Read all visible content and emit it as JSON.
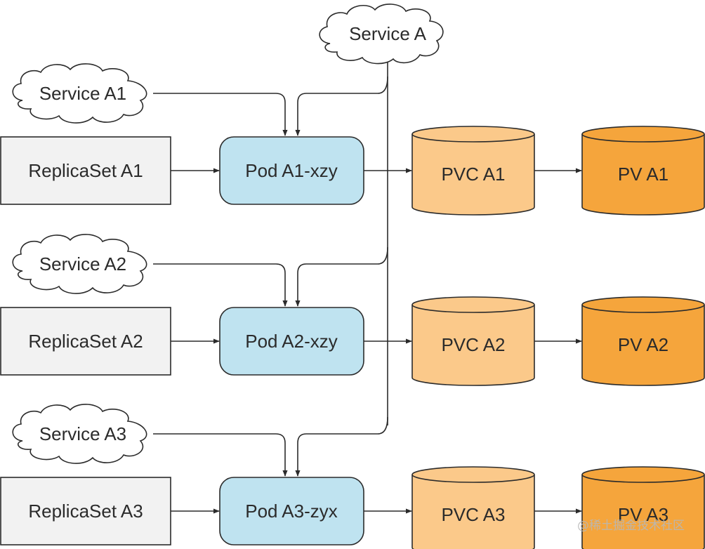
{
  "diagram": {
    "top_service": {
      "label": "Service A"
    },
    "rows": [
      {
        "service": "Service A1",
        "replicaset": "ReplicaSet A1",
        "pod": "Pod A1-xzy",
        "pvc": "PVC A1",
        "pv": "PV A1"
      },
      {
        "service": "Service A2",
        "replicaset": "ReplicaSet A2",
        "pod": "Pod A2-xzy",
        "pvc": "PVC A2",
        "pv": "PV A2"
      },
      {
        "service": "Service A3",
        "replicaset": "ReplicaSet A3",
        "pod": "Pod A3-zyx",
        "pvc": "PVC A3",
        "pv": "PV A3"
      }
    ],
    "colors": {
      "replicaset_fill": "#f2f2f2",
      "pod_fill": "#bfe3f0",
      "pvc_fill": "#fbc98a",
      "pv_fill": "#f5a53c",
      "stroke": "#2b2b2b"
    }
  },
  "watermark": "@稀土掘金技术社区"
}
